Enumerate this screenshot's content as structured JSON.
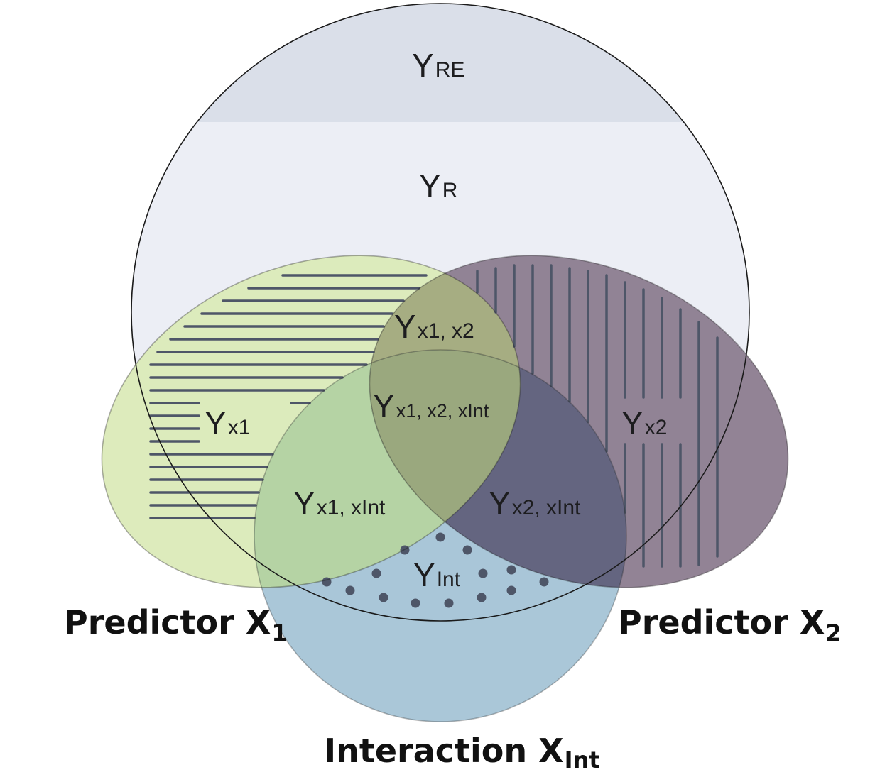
{
  "regions": {
    "y_re": {
      "base": "Y",
      "sub": "RE"
    },
    "y_r": {
      "base": "Y",
      "sub": "R"
    },
    "y_x1": {
      "base": "Y",
      "sub": "x1"
    },
    "y_x2": {
      "base": "Y",
      "sub": "x2"
    },
    "y_x1_x2": {
      "base": "Y",
      "sub": "x1, x2"
    },
    "y_x1_x2_xint": {
      "base": "Y",
      "sub": "x1, x2, xInt"
    },
    "y_x1_xint": {
      "base": "Y",
      "sub": "x1, xInt"
    },
    "y_x2_xint": {
      "base": "Y",
      "sub": "x2, xInt"
    },
    "y_int": {
      "base": "Y",
      "sub": "Int"
    }
  },
  "captions": {
    "predictor_x1": {
      "base": "Predictor X",
      "sub": "1"
    },
    "predictor_x2": {
      "base": "Predictor X",
      "sub": "2"
    },
    "interaction": {
      "base": "Interaction X",
      "sub": "Int"
    }
  },
  "colors": {
    "response_top": "#dadfe9",
    "response_body": "#eceef5",
    "predictor_x1": "#dbeab8",
    "predictor_x2": "#8c7c8f",
    "interaction": "#a4c3d5",
    "pattern": "#4e5668",
    "outline": "#1a1a1a"
  }
}
